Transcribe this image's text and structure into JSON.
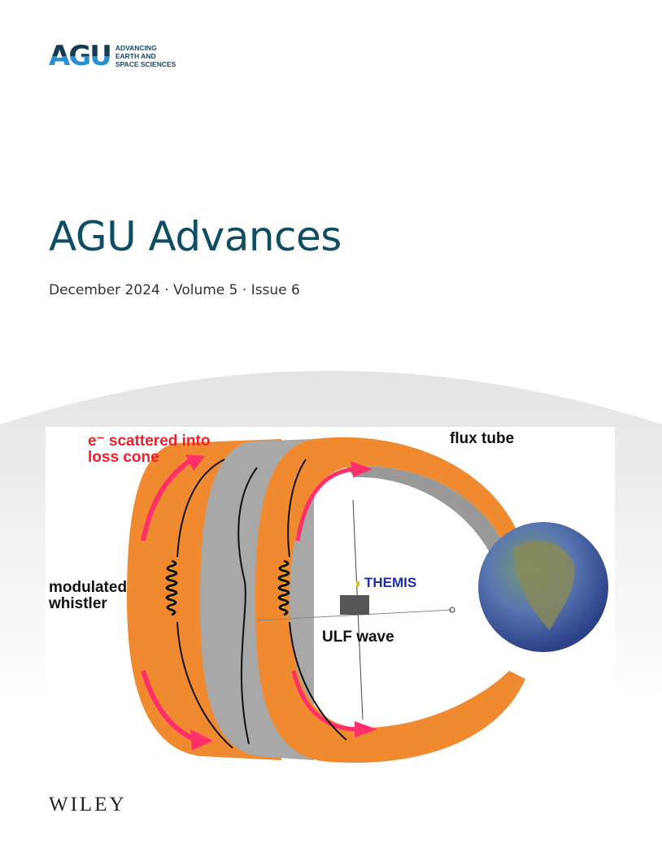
{
  "publisher_logo": {
    "mark": "AGU",
    "tagline": [
      "ADVANCING",
      "EARTH AND",
      "SPACE SCIENCES"
    ]
  },
  "journal_title": "AGU Advances",
  "issue_line": "December 2024 · Volume 5 · Issue 6",
  "illustration": {
    "labels": {
      "scattered_line1": "e⁻ scattered into",
      "scattered_line2": "loss cone",
      "flux_tube": "flux tube",
      "whistler_line1": "modulated",
      "whistler_line2": "whistler",
      "themis": "THEMIS",
      "ulf_wave": "ULF wave"
    },
    "colors": {
      "tube": "#f08a30",
      "arrow": "#ff2f6a",
      "themis": "#1a2fb0",
      "scatter_label": "#f0202a"
    }
  },
  "footer_logo": "WILEY"
}
